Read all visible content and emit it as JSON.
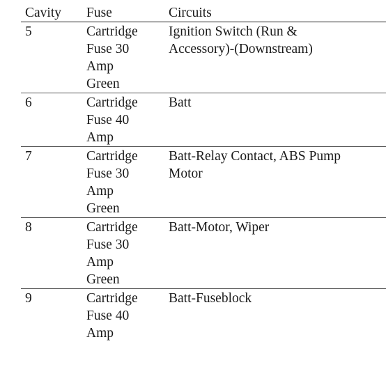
{
  "table": {
    "headers": [
      "Cavity",
      "Fuse",
      "Circuits"
    ],
    "rows": [
      {
        "cavity": "5",
        "fuse_lines": [
          "Cartridge",
          "Fuse 30",
          "Amp",
          "Green"
        ],
        "circuit_lines": [
          "Ignition Switch (Run &",
          "Accessory)-(Downstream)"
        ]
      },
      {
        "cavity": "6",
        "fuse_lines": [
          "Cartridge",
          "Fuse 40",
          "Amp"
        ],
        "circuit_lines": [
          "Batt"
        ]
      },
      {
        "cavity": "7",
        "fuse_lines": [
          "Cartridge",
          "Fuse 30",
          "Amp",
          "Green"
        ],
        "circuit_lines": [
          "Batt-Relay Contact, ABS Pump",
          "Motor"
        ]
      },
      {
        "cavity": "8",
        "fuse_lines": [
          "Cartridge",
          "Fuse 30",
          "Amp",
          "Green"
        ],
        "circuit_lines": [
          "Batt-Motor, Wiper"
        ]
      },
      {
        "cavity": "9",
        "fuse_lines": [
          "Cartridge",
          "Fuse 40",
          "Amp"
        ],
        "circuit_lines": [
          "Batt-Fuseblock"
        ]
      }
    ]
  }
}
